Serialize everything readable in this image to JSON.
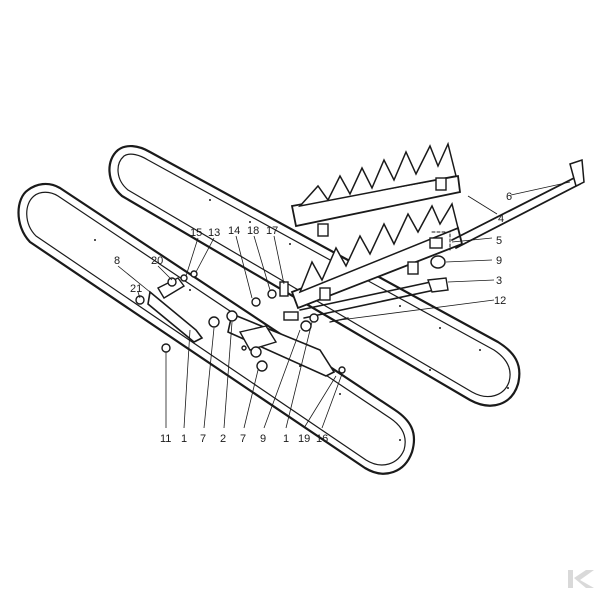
{
  "diagram": {
    "callouts": [
      {
        "id": "c-6",
        "text": "6"
      },
      {
        "id": "c-4",
        "text": "4"
      },
      {
        "id": "c-5",
        "text": "5"
      },
      {
        "id": "c-9a",
        "text": "9"
      },
      {
        "id": "c-3",
        "text": "3"
      },
      {
        "id": "c-12",
        "text": "12"
      },
      {
        "id": "c-15",
        "text": "15"
      },
      {
        "id": "c-13",
        "text": "13"
      },
      {
        "id": "c-14",
        "text": "14"
      },
      {
        "id": "c-18",
        "text": "18"
      },
      {
        "id": "c-17",
        "text": "17"
      },
      {
        "id": "c-8",
        "text": "8"
      },
      {
        "id": "c-20",
        "text": "20"
      },
      {
        "id": "c-21",
        "text": "21"
      },
      {
        "id": "c-11",
        "text": "11"
      },
      {
        "id": "c-1a",
        "text": "1"
      },
      {
        "id": "c-7a",
        "text": "7"
      },
      {
        "id": "c-2",
        "text": "2"
      },
      {
        "id": "c-7b",
        "text": "7"
      },
      {
        "id": "c-9b",
        "text": "9"
      },
      {
        "id": "c-1b",
        "text": "1"
      },
      {
        "id": "c-19",
        "text": "19"
      },
      {
        "id": "c-16",
        "text": "16"
      }
    ],
    "logo": {
      "text": "K",
      "color": "#d9d9d9"
    }
  }
}
